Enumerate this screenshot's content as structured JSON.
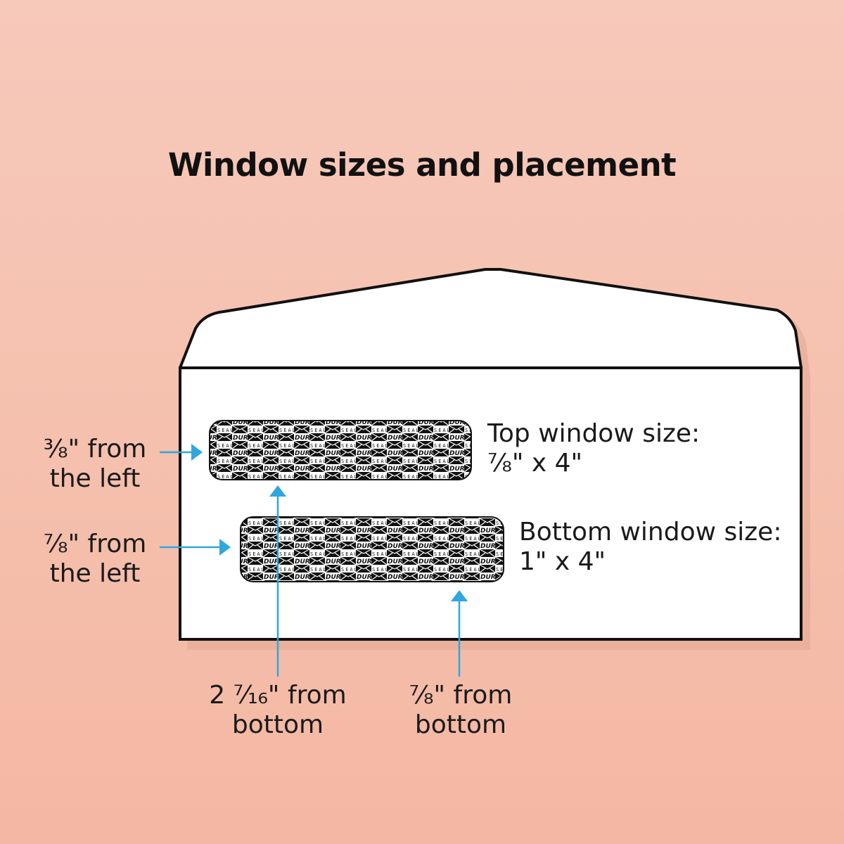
{
  "title": "Window sizes and placement",
  "colors": {
    "background_top": "#f7c9ba",
    "background_bottom": "#f3b8a3",
    "envelope": "#ffffff",
    "outline": "#111111",
    "arrow": "#2fa6de",
    "window_pattern": "#111111"
  },
  "labels": {
    "top_left": {
      "line1": "⅜\" from",
      "line2": "the left"
    },
    "bottom_left": {
      "line1": "⅞\" from",
      "line2": "the left"
    },
    "top_size": {
      "line1": "Top window size:",
      "line2": "⅞\" x 4\""
    },
    "bottom_size": {
      "line1": "Bottom window size:",
      "line2": "1\" x 4\""
    },
    "top_from_bottom": {
      "line1": "2 ⁷⁄₁₆\" from",
      "line2": "bottom"
    },
    "bottom_from_bottom": {
      "line1": "⅞\" from",
      "line2": "bottom"
    }
  },
  "window_pattern_text": [
    "DURA",
    "SEAL"
  ]
}
